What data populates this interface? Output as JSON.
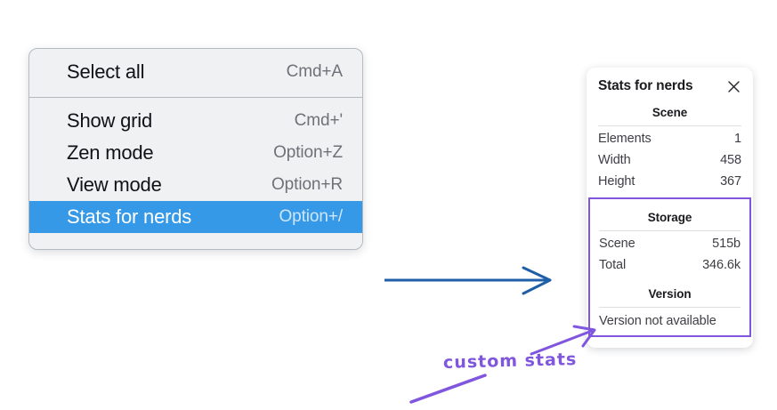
{
  "context_menu": {
    "groups": [
      {
        "items": [
          {
            "label": "Select all",
            "shortcut": "Cmd+A",
            "highlighted": false
          }
        ]
      },
      {
        "items": [
          {
            "label": "Show grid",
            "shortcut": "Cmd+'",
            "highlighted": false
          },
          {
            "label": "Zen mode",
            "shortcut": "Option+Z",
            "highlighted": false
          },
          {
            "label": "View mode",
            "shortcut": "Option+R",
            "highlighted": false
          },
          {
            "label": "Stats for nerds",
            "shortcut": "Option+/",
            "highlighted": true
          }
        ]
      }
    ],
    "highlight_color": "#3699e8",
    "background_color": "#f0f1f3"
  },
  "stats_panel": {
    "title": "Stats for nerds",
    "close_icon": "close-icon",
    "sections": [
      {
        "name": "scene",
        "heading": "Scene",
        "rows": [
          {
            "label": "Elements",
            "value": "1"
          },
          {
            "label": "Width",
            "value": "458"
          },
          {
            "label": "Height",
            "value": "367"
          }
        ]
      },
      {
        "name": "storage",
        "heading": "Storage",
        "rows": [
          {
            "label": "Scene",
            "value": "515b"
          },
          {
            "label": "Total",
            "value": "346.6k"
          }
        ]
      },
      {
        "name": "version",
        "heading": "Version",
        "text": "Version not available"
      }
    ],
    "highlight_box_color": "#7f56dd"
  },
  "annotations": {
    "flow_arrow_color": "#1f5fa9",
    "callout_text": "custom stats",
    "callout_color": "#7f56dd"
  }
}
